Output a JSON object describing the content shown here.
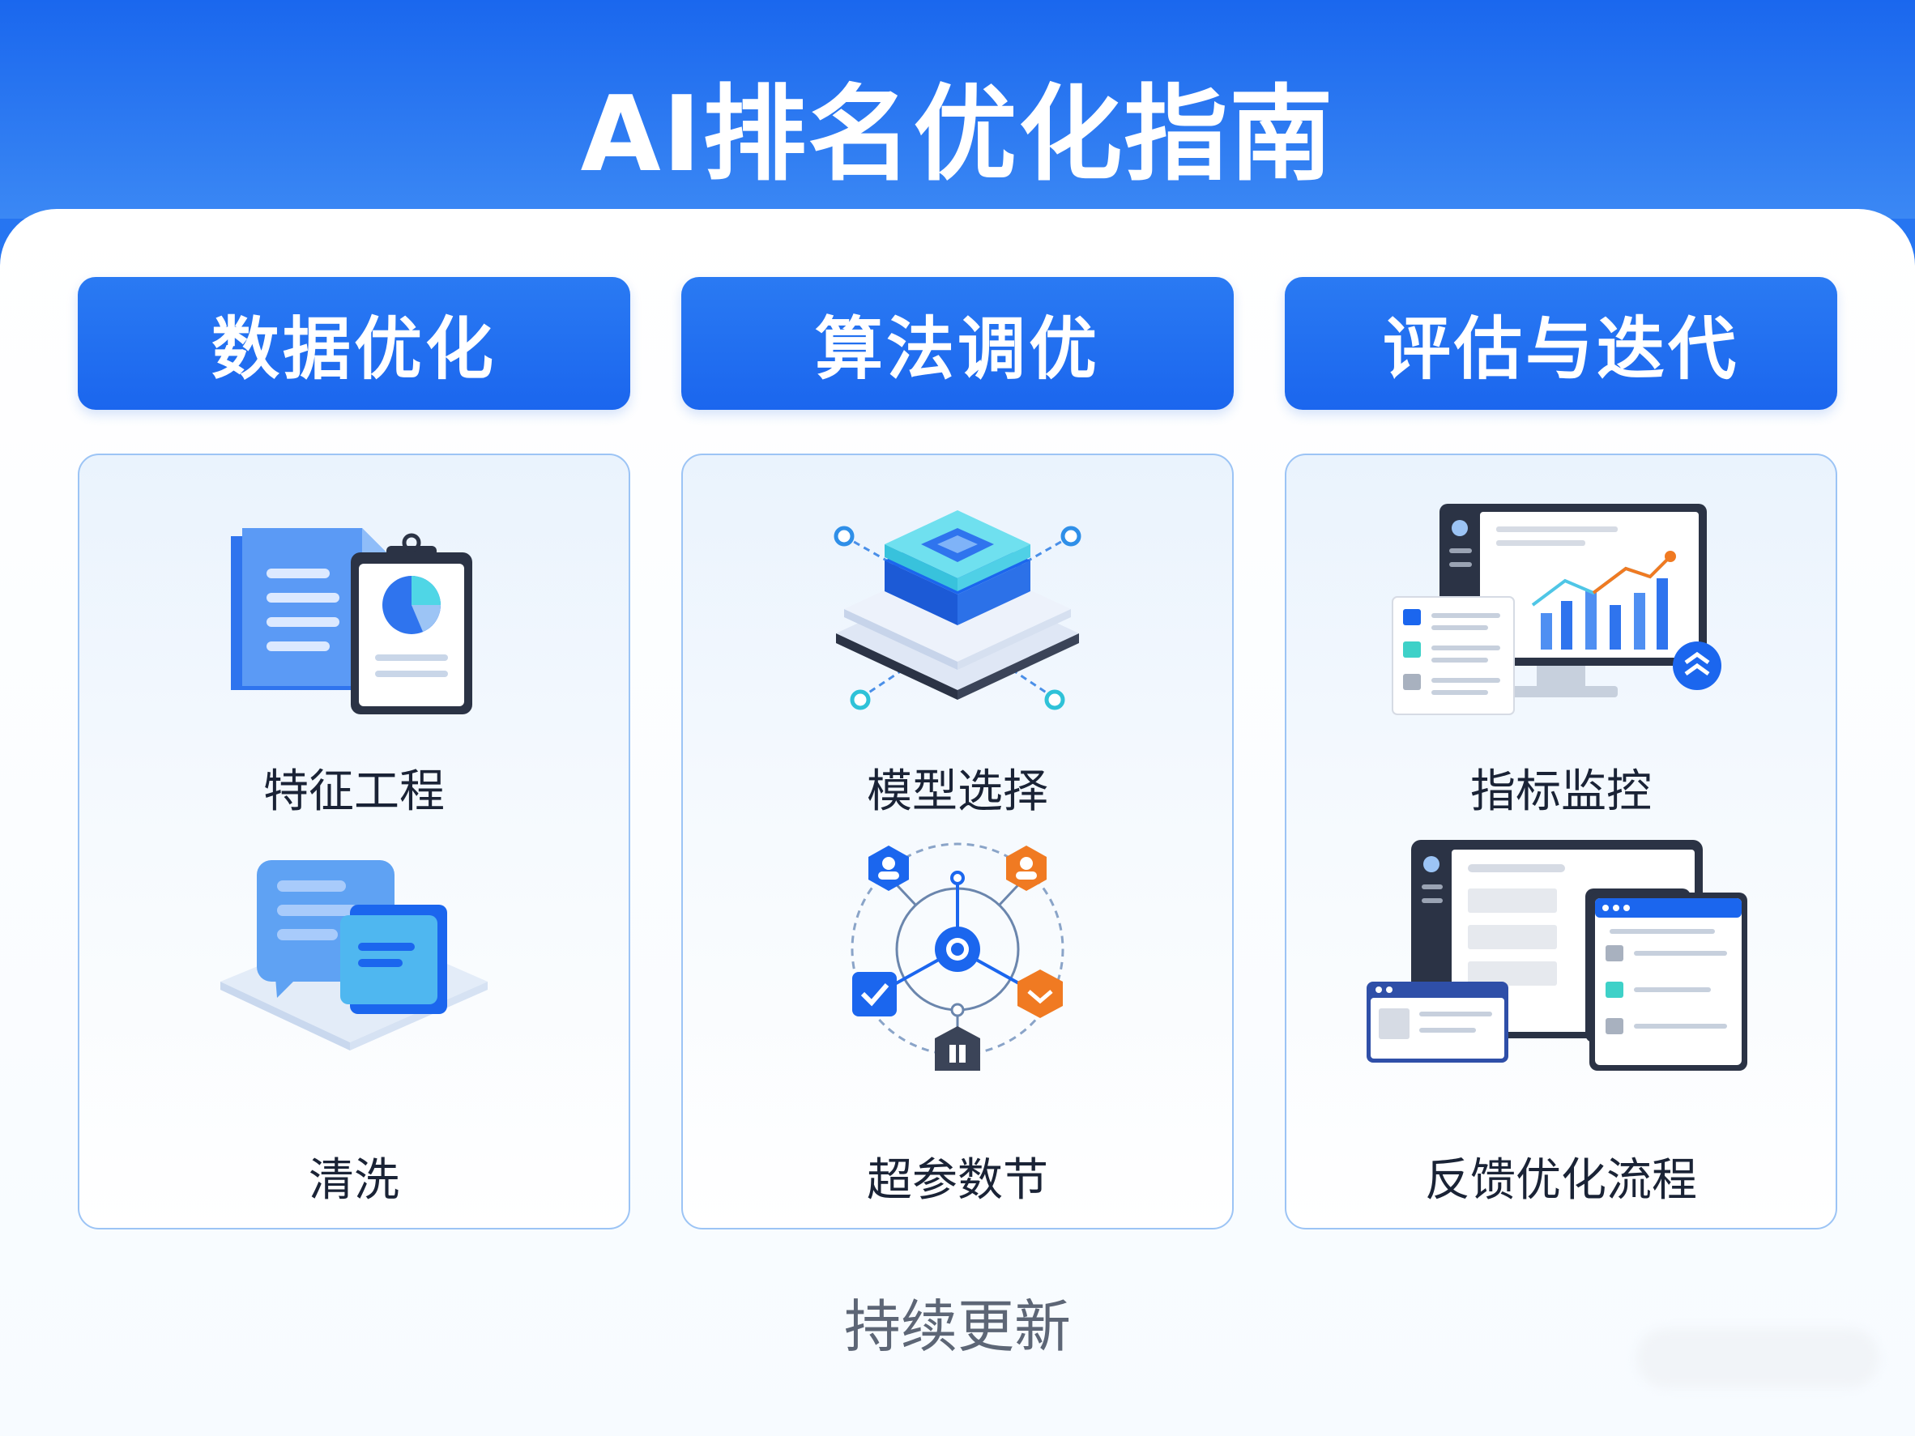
{
  "header": {
    "title": "AI排名优化指南"
  },
  "columns": [
    {
      "title": "数据优化",
      "items": [
        {
          "label": "特征工程",
          "icon": "document-clipboard-icon"
        },
        {
          "label": "清洗",
          "icon": "chat-card-icon"
        }
      ]
    },
    {
      "title": "算法调优",
      "items": [
        {
          "label": "模型选择",
          "icon": "layer-stack-icon"
        },
        {
          "label": "超参数节",
          "icon": "network-hub-icon"
        }
      ]
    },
    {
      "title": "评估与迭代",
      "items": [
        {
          "label": "指标监控",
          "icon": "monitor-chart-icon"
        },
        {
          "label": "反馈优化流程",
          "icon": "multi-window-icon"
        }
      ]
    }
  ],
  "footer": {
    "text": "持续更新"
  },
  "colors": {
    "primary": "#1b66ee",
    "accent_cyan": "#4fd6e6",
    "accent_orange": "#f07a22",
    "dark": "#2b3345"
  }
}
